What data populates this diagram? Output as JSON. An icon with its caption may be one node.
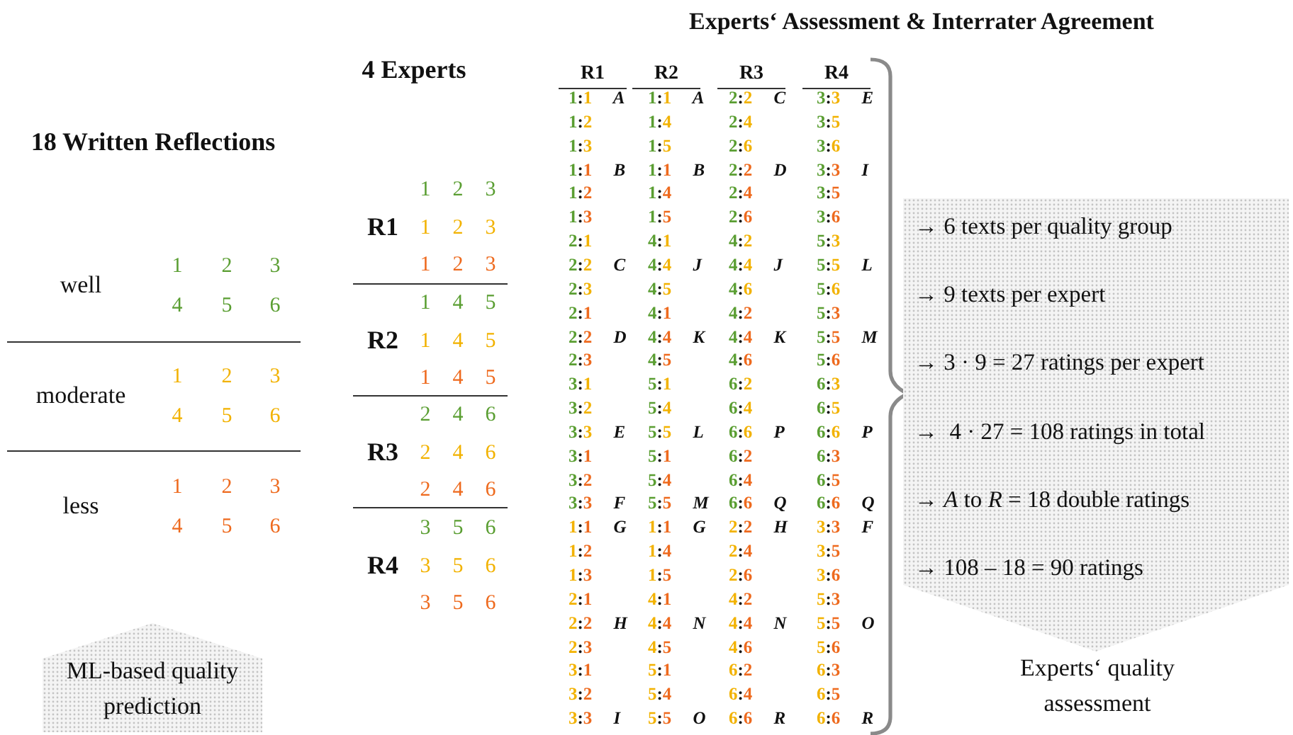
{
  "diagram": {
    "nodes": [
      {
        "text": [
          "ML-based quality prediction"
        ]
      },
      {
        "text": [
          "→ 6 texts per quality group",
          "→ 9 texts per expert",
          "→ 3 · 9 = 27 ratings per expert",
          "→  4 · 27 = 108 ratings in total",
          "→ *A* to *R* = 18 double ratings",
          "→ 108 – 18 = 90 ratings",
          "Experts‘ quality assessment"
        ]
      }
    ],
    "labels": [
      "Experts‘ Assessment & Interrater Agreement",
      "4 Experts",
      "18 Written Reflections",
      "well",
      "1",
      "2",
      "3",
      "4",
      "5",
      "6",
      "moderate",
      "1",
      "2",
      "3",
      "4",
      "5",
      "6",
      "less",
      "1",
      "2",
      "3",
      "4",
      "5",
      "6",
      "R1",
      "1",
      "2",
      "3",
      "1",
      "2",
      "3",
      "1",
      "2",
      "3",
      "R2",
      "1",
      "4",
      "5",
      "1",
      "4",
      "5",
      "1",
      "4",
      "5",
      "R3",
      "2",
      "4",
      "6",
      "2",
      "4",
      "6",
      "2",
      "4",
      "6",
      "R4",
      "3",
      "5",
      "6",
      "3",
      "5",
      "6",
      "3",
      "5",
      "6",
      "R1",
      "R2",
      "R3",
      "R4",
      "1:1 A",
      "1:1 A",
      "2:2 C",
      "3:3 E",
      "1:2",
      "1:4",
      "2:4",
      "3:5",
      "1:3",
      "1:5",
      "2:6",
      "3:6",
      "1:1 B",
      "1:1 B",
      "2:2 D",
      "3:3 I",
      "1:2",
      "1:4",
      "2:4",
      "3:5",
      "1:3",
      "1:5",
      "2:6",
      "3:6",
      "2:1",
      "4:1",
      "4:2",
      "5:3",
      "2:2 C",
      "4:4 J",
      "4:4 J",
      "5:5 L",
      "2:3",
      "4:5",
      "4:6",
      "5:6",
      "2:1",
      "4:1",
      "4:2",
      "5:3",
      "2:2 D",
      "4:4 K",
      "4:4 K",
      "5:5 M",
      "2:3",
      "4:5",
      "4:6",
      "5:6",
      "3:1",
      "5:1",
      "6:2",
      "6:3",
      "3:2",
      "5:4",
      "6:4",
      "6:5",
      "3:3 E",
      "5:5 L",
      "6:6 P",
      "6:6 P",
      "3:1",
      "5:1",
      "6:2",
      "6:3",
      "3:2",
      "5:4",
      "6:4",
      "6:5",
      "3:3 F",
      "5:5 M",
      "6:6 Q",
      "6:6 Q",
      "1:1 G",
      "1:1 G",
      "2:2 H",
      "3:3 F",
      "1:2",
      "1:4",
      "2:4",
      "3:5",
      "1:3",
      "1:5",
      "2:6",
      "3:6",
      "2:1",
      "4:1",
      "4:2",
      "5:3",
      "2:2 H",
      "4:4 N",
      "4:4 N",
      "5:5 O",
      "2:3",
      "4:5",
      "4:6",
      "5:6",
      "3:1",
      "5:1",
      "6:2",
      "6:3",
      "3:2",
      "5:4",
      "6:4",
      "6:5",
      "3:3 I",
      "5:5 O",
      "6:6 R",
      "6:6 R"
    ]
  }
}
